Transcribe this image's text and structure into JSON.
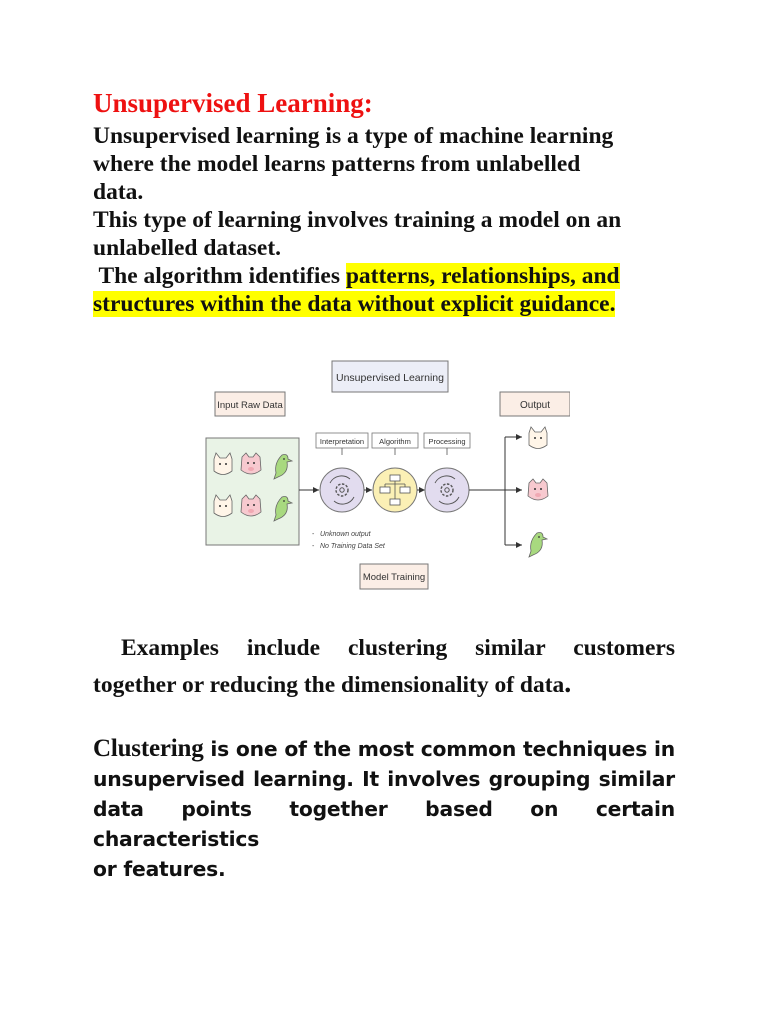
{
  "heading": "Unsupervised Learning:",
  "intro": {
    "p1_l1": "Unsupervised learning is a type of machine learning",
    "p1_l2": "where the model learns patterns from unlabelled",
    "p1_l3": "data.",
    "p2_l1": "This type of learning involves training a model on an",
    "p2_l2": "unlabelled dataset.",
    "p3_plain": " The algorithm identifies ",
    "p3_hl1": "patterns, relationships, and",
    "p3_hl2": "structures within the data without explicit guidance."
  },
  "diagram": {
    "title": "Unsupervised Learning",
    "input_label": "Input Raw Data",
    "output_label": "Output",
    "steps": [
      "Interpretation",
      "Algorithm",
      "Processing"
    ],
    "notes": [
      "Unknown output",
      "No Training Data Set"
    ],
    "bottom_label": "Model Training"
  },
  "examples": {
    "line1": " Examples include clustering similar customers",
    "line2": "together or reducing the dimensionality of data",
    "end": "."
  },
  "clustering": {
    "term": "Clustering",
    "l1": " is one of the most common techniques in",
    "l2": "unsupervised learning. It involves grouping similar",
    "l3": "data points together based on certain characteristics",
    "l4": "or features."
  }
}
